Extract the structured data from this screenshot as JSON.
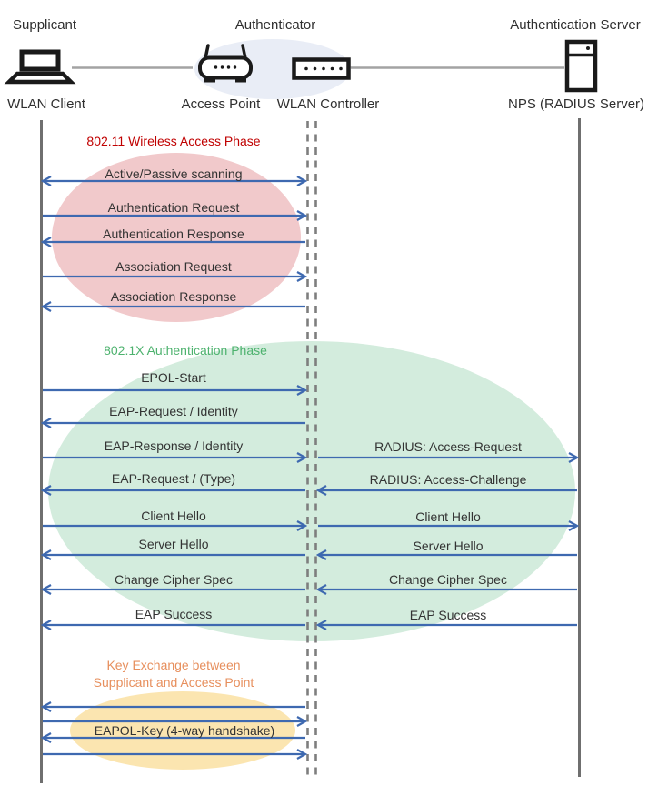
{
  "header": {
    "roles": [
      {
        "label": "Supplicant"
      },
      {
        "label": "Authenticator"
      },
      {
        "label": "Authentication Server"
      }
    ],
    "devices": [
      {
        "label": "WLAN Client",
        "icon": "laptop-icon"
      },
      {
        "label": "Access Point",
        "icon": "access-point-icon"
      },
      {
        "label": "WLAN Controller",
        "icon": "wlan-controller-icon"
      },
      {
        "label": "NPS (RADIUS Server)",
        "icon": "server-icon"
      }
    ]
  },
  "phases": [
    {
      "title": "802.11 Wireless Access Phase",
      "color": "#c00000",
      "ellipse_color": "#f1c9cb"
    },
    {
      "title": "802.1X Authentication Phase",
      "color": "#4db26e",
      "ellipse_color": "#d3ecdd"
    },
    {
      "title": "Key Exchange between Supplicant and Access Point",
      "title_line1": "Key Exchange between",
      "title_line2": "Supplicant and Access Point",
      "color": "#e78f5d",
      "ellipse_color": "#fbe5b0"
    }
  ],
  "messages": {
    "client_ap": [
      {
        "label": "Active/Passive scanning",
        "direction": "both"
      },
      {
        "label": "Authentication Request",
        "direction": "right"
      },
      {
        "label": "Authentication Response",
        "direction": "left"
      },
      {
        "label": "Association Request",
        "direction": "right"
      },
      {
        "label": "Association Response",
        "direction": "left"
      },
      {
        "label": "EPOL-Start",
        "direction": "right"
      },
      {
        "label": "EAP-Request / Identity",
        "direction": "left"
      },
      {
        "label": "EAP-Response / Identity",
        "direction": "right"
      },
      {
        "label": "EAP-Request / (Type)",
        "direction": "left"
      },
      {
        "label": "Client Hello",
        "direction": "right"
      },
      {
        "label": "Server Hello",
        "direction": "left"
      },
      {
        "label": "Change Cipher Spec",
        "direction": "left"
      },
      {
        "label": "EAP Success",
        "direction": "left"
      },
      {
        "label": "EAPOL-Key (4-way handshake)",
        "direction": "both"
      }
    ],
    "ap_server": [
      {
        "label": "RADIUS: Access-Request",
        "direction": "right"
      },
      {
        "label": "RADIUS: Access-Challenge",
        "direction": "left"
      },
      {
        "label": "Client Hello",
        "direction": "right"
      },
      {
        "label": "Server Hello",
        "direction": "left"
      },
      {
        "label": "Change Cipher Spec",
        "direction": "left"
      },
      {
        "label": "EAP Success",
        "direction": "left"
      }
    ]
  },
  "colors": {
    "arrow": "#3e69b0",
    "lifeline": "#6f6f6f",
    "dashed_lifeline": "#7e7e7e",
    "connector": "#a3a3a3",
    "header_ellipse": "#e9edf6"
  }
}
